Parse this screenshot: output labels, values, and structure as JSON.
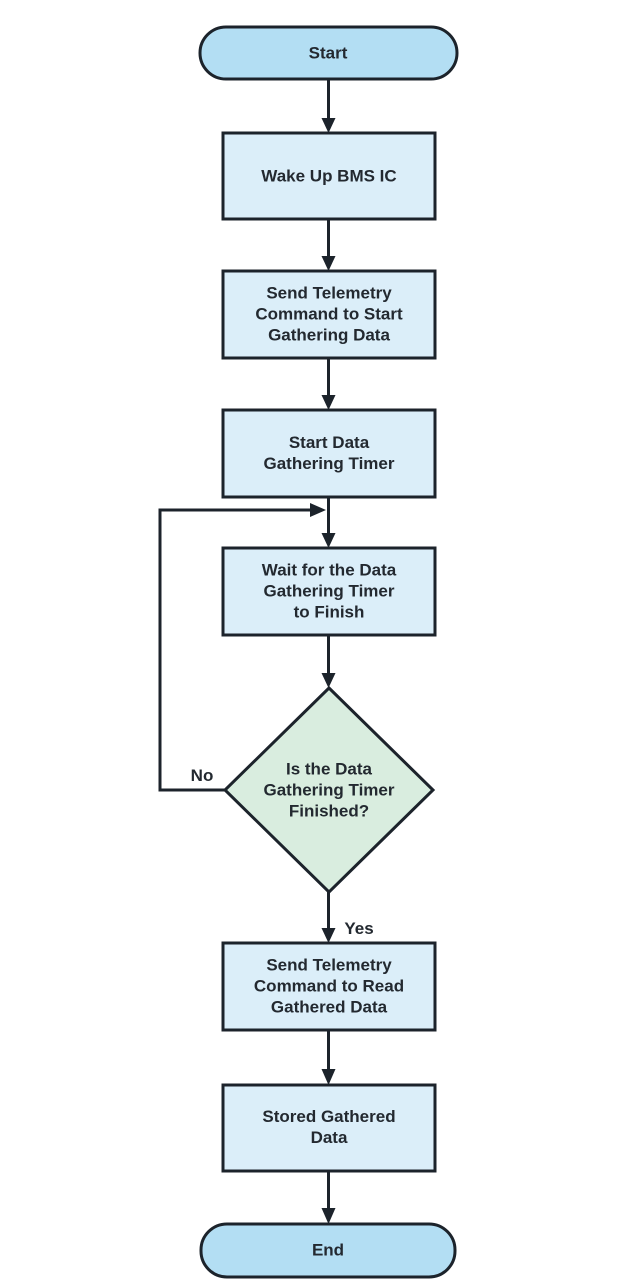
{
  "nodes": {
    "start": {
      "shape": "terminator",
      "label": "Start"
    },
    "wake_up": {
      "shape": "process",
      "label": "Wake Up BMS IC"
    },
    "send_start_cmd": {
      "shape": "process",
      "label": "Send Telemetry\nCommand to Start\nGathering Data"
    },
    "start_timer": {
      "shape": "process",
      "label": "Start Data\nGathering Timer"
    },
    "wait_timer": {
      "shape": "process",
      "label": "Wait for the Data\nGathering Timer\nto Finish"
    },
    "timer_finished": {
      "shape": "decision",
      "label": "Is the Data\nGathering Timer\nFinished?"
    },
    "send_read_cmd": {
      "shape": "process",
      "label": "Send Telemetry\nCommand to Read\nGathered Data"
    },
    "stored_data": {
      "shape": "process",
      "label": "Stored Gathered\nData"
    },
    "end": {
      "shape": "terminator",
      "label": "End"
    }
  },
  "edge_labels": {
    "no": "No",
    "yes": "Yes"
  },
  "colors": {
    "terminator_fill": "#B3DEF3",
    "process_fill": "#DBEEF9",
    "decision_fill": "#D9EDDF",
    "stroke": "#1C232B",
    "text": "#232930",
    "background": "#FFFFFF"
  }
}
